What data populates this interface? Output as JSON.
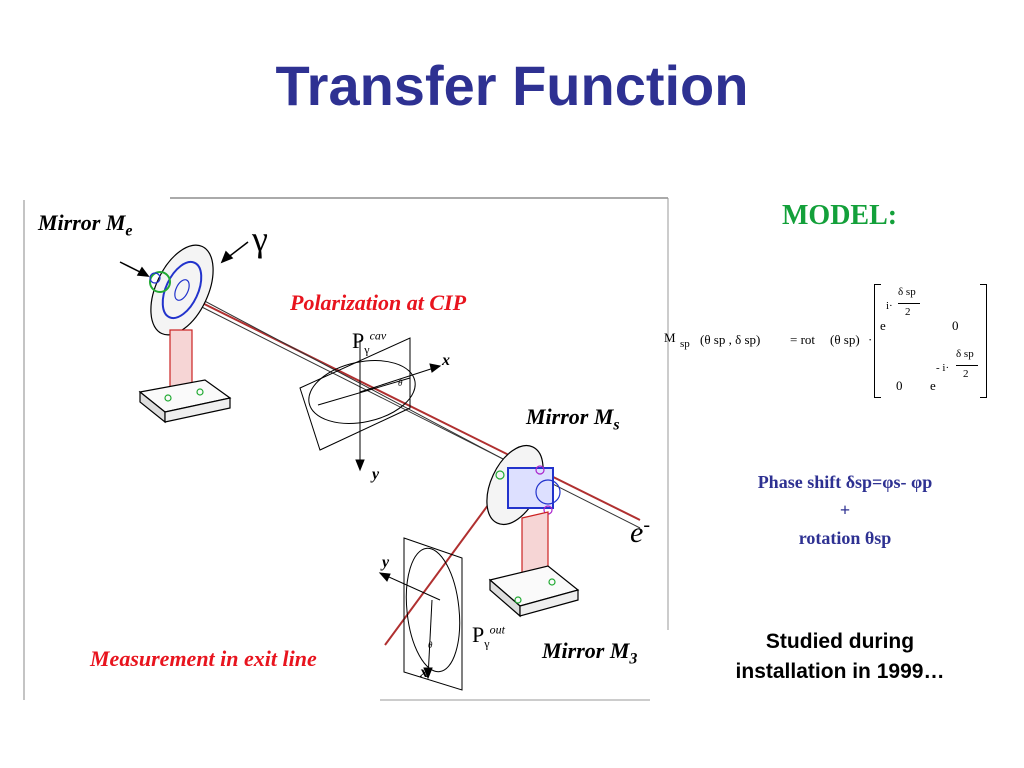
{
  "title": "Transfer Function",
  "labels": {
    "mirror_me": "Mirror M",
    "mirror_me_sub": "e",
    "mirror_ms": "Mirror M",
    "mirror_ms_sub": "s",
    "mirror_m3": "Mirror M",
    "mirror_m3_sub": "3",
    "polarization_cip": "Polarization at CIP",
    "measurement_exit": "Measurement in exit line",
    "gamma": "γ",
    "electron": "e",
    "electron_sup": "-",
    "p_cav": "P",
    "p_cav_sub": "γ",
    "p_cav_sup": "cav",
    "p_out": "P",
    "p_out_sub": "γ",
    "p_out_sup": "out",
    "axis_x1": "x",
    "axis_y1": "y",
    "axis_x2": "x",
    "axis_y2": "y",
    "small_theta1": "θ",
    "small_theta2": "θ"
  },
  "model": {
    "heading": "MODEL:",
    "lhs": "M",
    "lhs_sub": "sp",
    "lhs_args": "(θ sp , δ sp)",
    "equals_rot": "= rot",
    "rot_args": "(θ sp)",
    "dot": "·",
    "m11_e": "e",
    "m11_exp": "i·",
    "m11_frac_num": "δ sp",
    "m11_frac_den": "2",
    "m12": "0",
    "m21": "0",
    "m22_e": "e",
    "m22_exp": "- i·",
    "m22_frac_num": "δ sp",
    "m22_frac_den": "2"
  },
  "phase": {
    "line1": "Phase shift δsp=φs- φp",
    "line2": "+",
    "line3": "rotation θsp"
  },
  "studied": {
    "line1": "Studied during",
    "line2": "installation in 1999…"
  },
  "colors": {
    "title": "#2e3192",
    "model_heading": "#13a03a",
    "red_label": "#e8141e",
    "phase_text": "#2e3192",
    "beam": "#c0392b"
  }
}
